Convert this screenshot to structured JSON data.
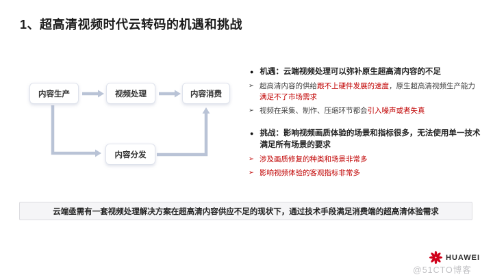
{
  "slide": {
    "title": "1、超高清视频时代云转码的机遇和挑战",
    "icons": {
      "dot": "●",
      "arrow": "➢"
    },
    "diagram": {
      "nodes": {
        "production": "内容生产",
        "processing": "视频处理",
        "consumption": "内容消费",
        "distribution": "内容分发"
      }
    },
    "opportunity": {
      "title": "机遇：云端视频处理可以弥补原生超高清内容的不足",
      "line1": {
        "p1": "超高清内容的供给",
        "p2": "跟不上硬件发展的速度",
        "p3": "，原生超高清视频生产能力",
        "p4": "满足不了市场需求"
      },
      "line2": {
        "p1": "视频在采集、制作、压缩环节都会",
        "p2": "引入噪声或者失真"
      }
    },
    "challenge": {
      "title": "挑战：影响视频画质体验的场景和指标很多，无法使用单一技术满足所有场景的要求",
      "line1": "涉及画质修复的种类和场景非常多",
      "line2": "影响视频体验的客观指标非常多"
    },
    "banner": "云端亟需有一套视频处理解决方案在超高清内容供应不足的现状下，通过技术手段满足消费端的超高清体验需求",
    "footer": {
      "logo_text": "HUAWEI",
      "watermark": "@51CTO博客"
    },
    "colors": {
      "accent_red": "#c00000",
      "arrow_connector": "#b9c3d6",
      "logo_red": "#d0021b"
    }
  }
}
